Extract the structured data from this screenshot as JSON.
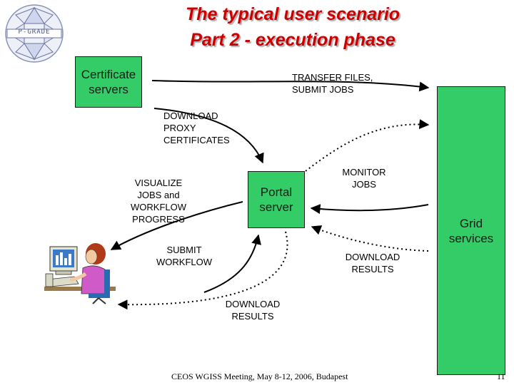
{
  "title": {
    "line1": "The typical user scenario",
    "line2": "Part 2 - execution phase"
  },
  "logo": {
    "text": "P-GRADE",
    "icon": "pgrade-logo-icon"
  },
  "nodes": {
    "certificate_servers": "Certificate\nservers",
    "portal_server": "Portal\nserver",
    "grid_services": "Grid\nservices"
  },
  "edges": {
    "transfer_files": "TRANSFER FILES,\nSUBMIT JOBS",
    "download_proxy": "DOWNLOAD\nPROXY\nCERTIFICATES",
    "visualize": "VISUALIZE\nJOBS and\nWORKFLOW\nPROGRESS",
    "monitor_jobs": "MONITOR\nJOBS",
    "submit_workflow": "SUBMIT\nWORKFLOW",
    "download_results_grid": "DOWNLOAD\nRESULTS",
    "download_results_user": "DOWNLOAD\nRESULTS"
  },
  "user_icon": "user-at-computer-icon",
  "footer": {
    "text": "CEOS WGISS Meeting, May 8-12, 2006, Budapest",
    "page_number": "11"
  },
  "colors": {
    "title": "#cc0000",
    "node_fill": "#33cc66",
    "arrow": "#000000"
  }
}
